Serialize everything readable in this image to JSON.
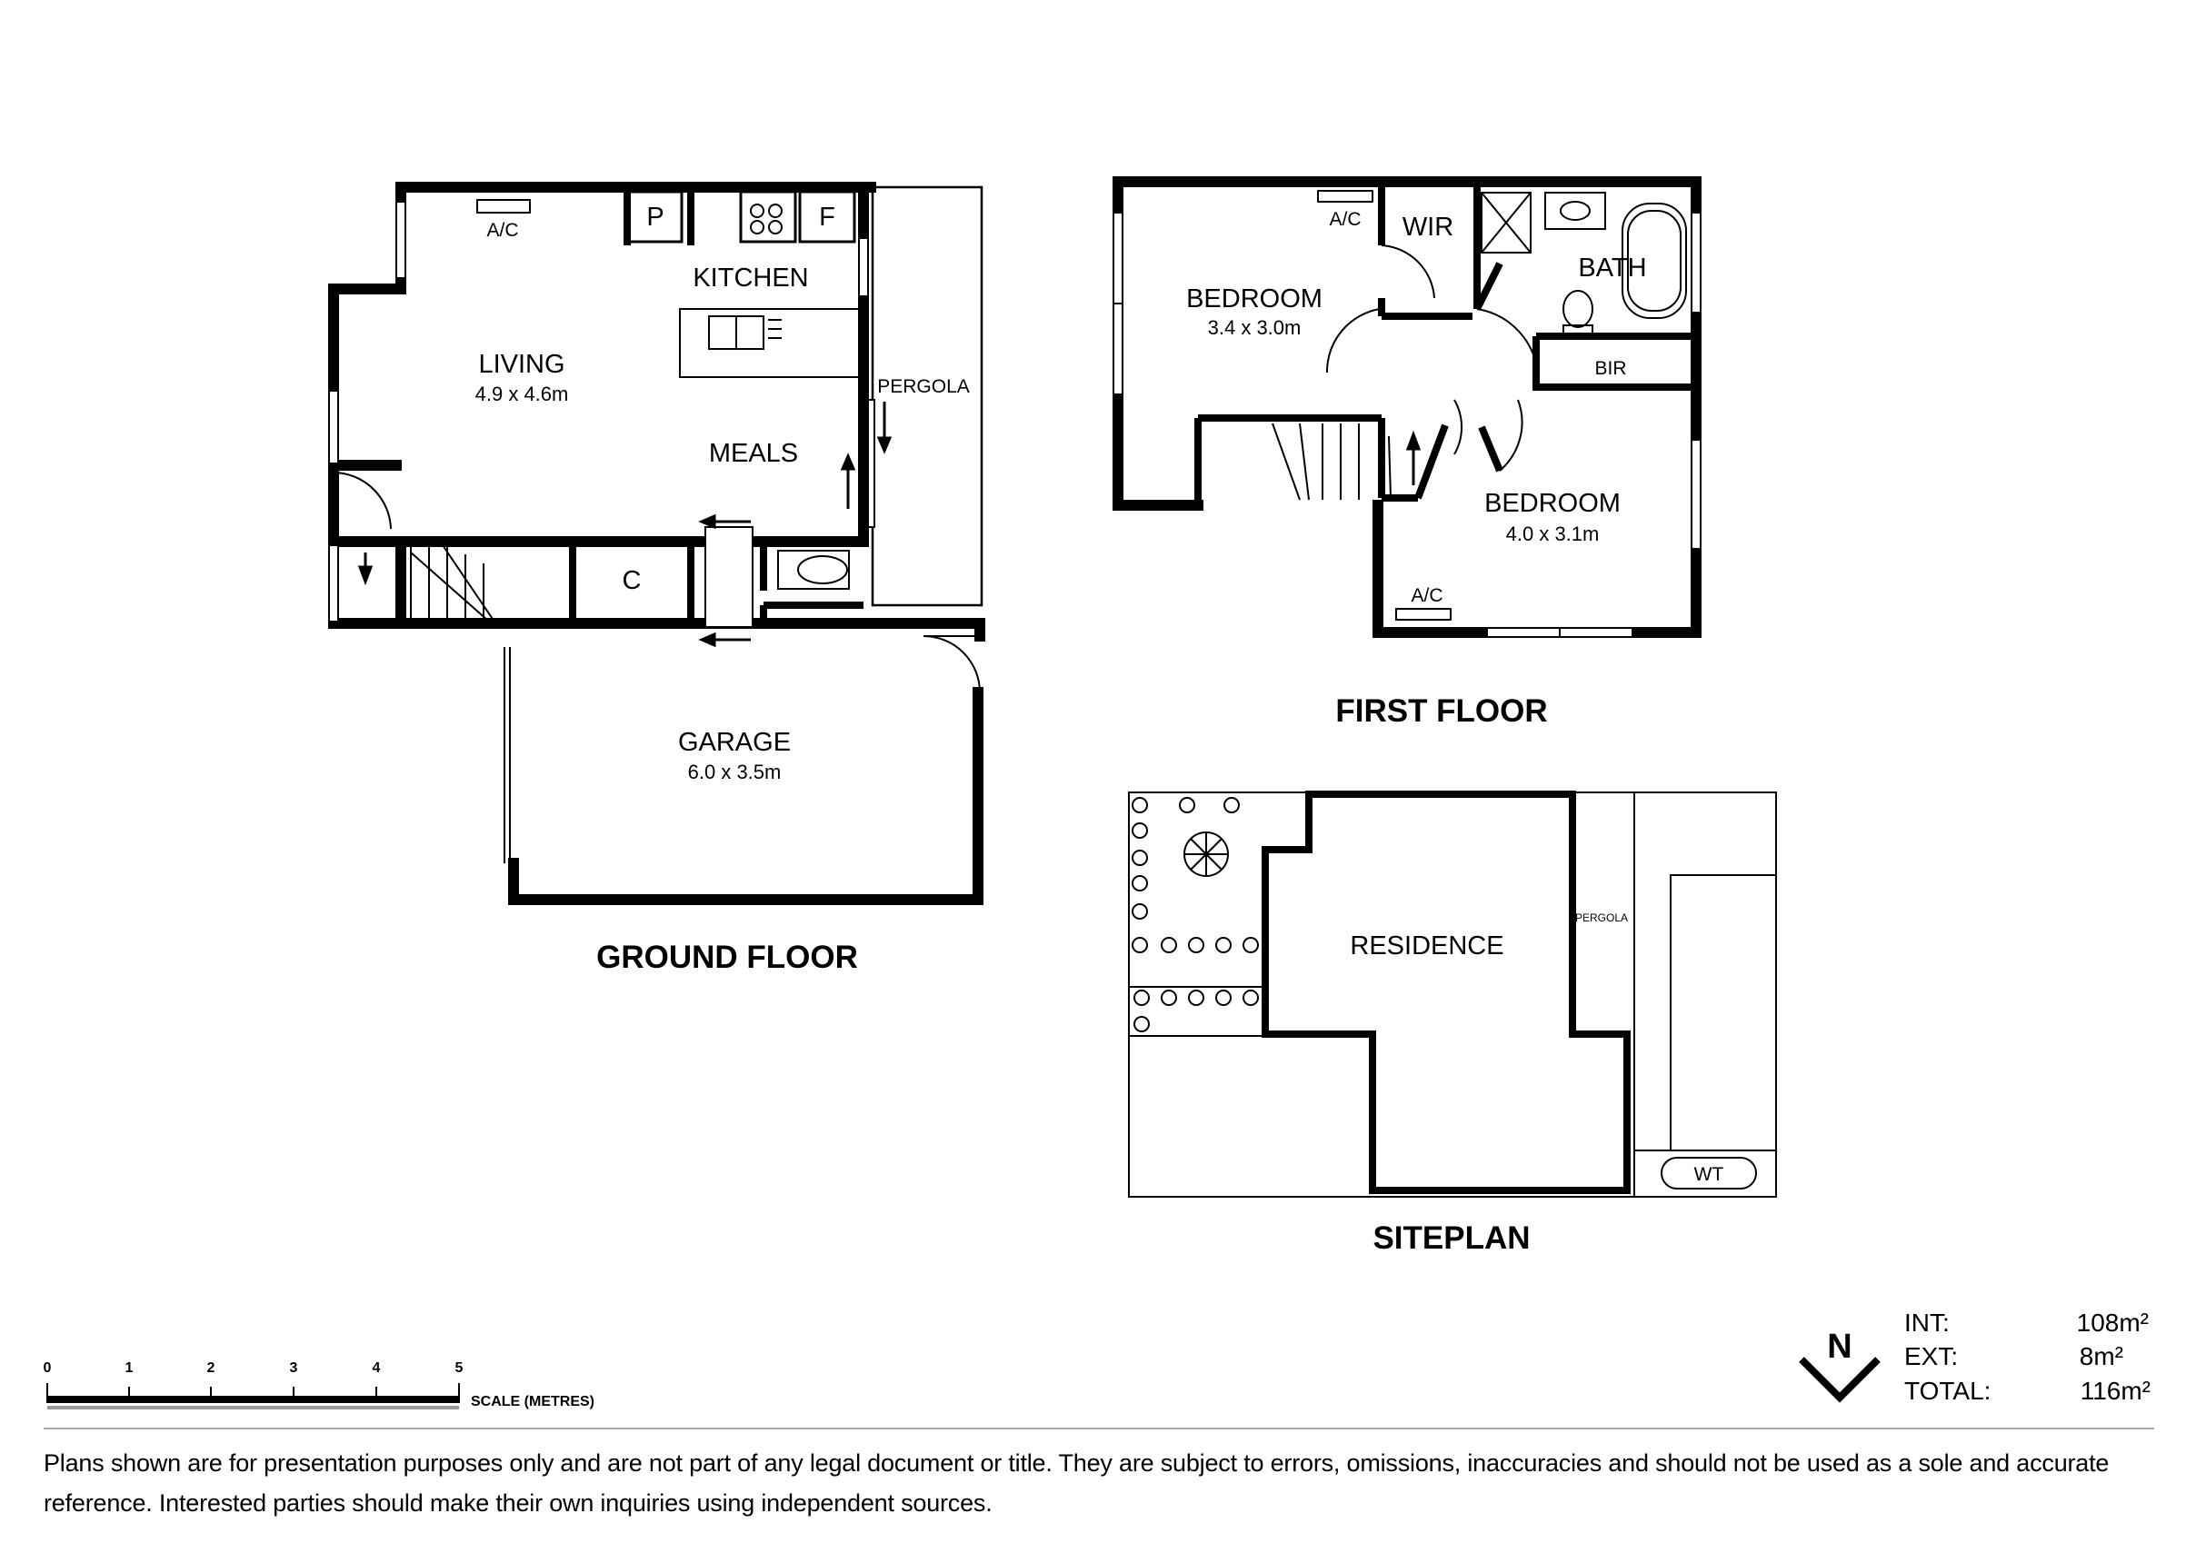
{
  "ground_floor": {
    "title": "GROUND FLOOR",
    "rooms": {
      "living": {
        "name": "LIVING",
        "size": "4.9 x 4.6m"
      },
      "kitchen": {
        "name": "KITCHEN"
      },
      "meals": {
        "name": "MEALS"
      },
      "garage": {
        "name": "GARAGE",
        "size": "6.0 x 3.5m"
      },
      "cupboard": {
        "name": "C"
      },
      "pantry": {
        "name": "P"
      },
      "fridge": {
        "name": "F"
      },
      "pergola": {
        "name": "PERGOLA"
      },
      "ac": {
        "name": "A/C"
      }
    }
  },
  "first_floor": {
    "title": "FIRST FLOOR",
    "rooms": {
      "bedroom1": {
        "name": "BEDROOM",
        "size": "3.4 x 3.0m"
      },
      "bedroom2": {
        "name": "BEDROOM",
        "size": "4.0 x 3.1m"
      },
      "wir": {
        "name": "WIR"
      },
      "bath": {
        "name": "BATH"
      },
      "bir": {
        "name": "BIR"
      },
      "ac1": {
        "name": "A/C"
      },
      "ac2": {
        "name": "A/C"
      }
    }
  },
  "siteplan": {
    "title": "SITEPLAN",
    "residence": "RESIDENCE",
    "pergola": "PERGOLA",
    "water_tank": "WT"
  },
  "scale": {
    "ticks": [
      "0",
      "1",
      "2",
      "3",
      "4",
      "5"
    ],
    "label": "SCALE (METRES)"
  },
  "north": {
    "label": "N",
    "icon": "north-arrow-icon"
  },
  "areas": {
    "int": {
      "label": "INT:",
      "value": "108m²"
    },
    "ext": {
      "label": "EXT:",
      "value": "8m²"
    },
    "total": {
      "label": "TOTAL:",
      "value": "116m²"
    }
  },
  "disclaimer": "Plans shown are for presentation purposes only and are not part of any legal document or title. They are subject to errors, omissions, inaccuracies and should not be used as a sole and accurate reference. Interested parties should make their own inquiries using independent sources."
}
